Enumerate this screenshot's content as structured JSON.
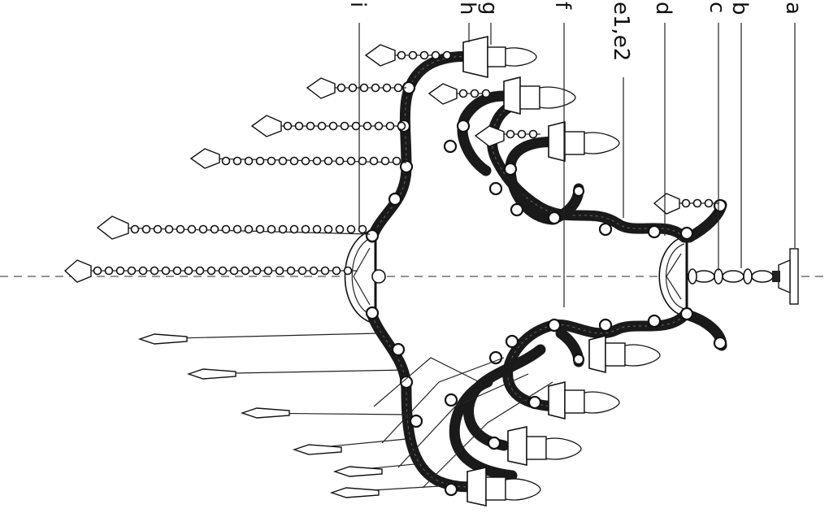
{
  "drawing": {
    "orientation": "rotated-90-clockwise",
    "labels": [
      {
        "id": "a",
        "text": "a"
      },
      {
        "id": "b",
        "text": "b"
      },
      {
        "id": "c",
        "text": "c"
      },
      {
        "id": "d",
        "text": "d"
      },
      {
        "id": "e",
        "text": "e1,e2"
      },
      {
        "id": "f",
        "text": "f"
      },
      {
        "id": "g",
        "text": "g"
      },
      {
        "id": "h",
        "text": "h"
      },
      {
        "id": "i",
        "text": "i"
      }
    ],
    "line_color": "#111111",
    "centerline_style": "dashed"
  }
}
